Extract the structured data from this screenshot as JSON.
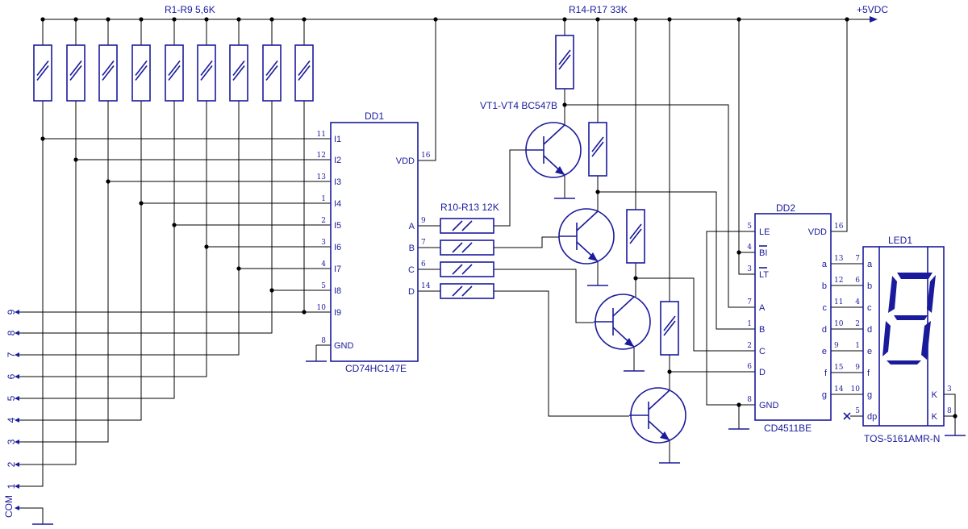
{
  "supply": "+5VDC",
  "resistors": {
    "r1_r9": "R1-R9 5,6K",
    "r10_r13": "R10-R13 12K",
    "r14_r17": "R14-R17 33K"
  },
  "transistors": "VT1-VT4 BC547B",
  "inputs": [
    "9",
    "8",
    "7",
    "6",
    "5",
    "4",
    "3",
    "2",
    "1"
  ],
  "com": "COM",
  "dd1": {
    "ref": "DD1",
    "part": "CD74HC147E",
    "left_pins": [
      {
        "num": "11",
        "name": "I1"
      },
      {
        "num": "12",
        "name": "I2"
      },
      {
        "num": "13",
        "name": "I3"
      },
      {
        "num": "1",
        "name": "I4"
      },
      {
        "num": "2",
        "name": "I5"
      },
      {
        "num": "3",
        "name": "I6"
      },
      {
        "num": "4",
        "name": "I7"
      },
      {
        "num": "5",
        "name": "I8"
      },
      {
        "num": "10",
        "name": "I9"
      },
      {
        "num": "8",
        "name": "GND"
      }
    ],
    "right_pins": [
      {
        "num": "16",
        "name": "VDD"
      },
      {
        "num": "9",
        "name": "A"
      },
      {
        "num": "7",
        "name": "B"
      },
      {
        "num": "6",
        "name": "C"
      },
      {
        "num": "14",
        "name": "D"
      }
    ]
  },
  "dd2": {
    "ref": "DD2",
    "part": "CD4511BE",
    "left_pins": [
      {
        "num": "5",
        "name": "LE"
      },
      {
        "num": "4",
        "name": "BI"
      },
      {
        "num": "3",
        "name": "LT"
      },
      {
        "num": "7",
        "name": "A"
      },
      {
        "num": "1",
        "name": "B"
      },
      {
        "num": "2",
        "name": "C"
      },
      {
        "num": "6",
        "name": "D"
      },
      {
        "num": "8",
        "name": "GND"
      }
    ],
    "right_pins": [
      {
        "num": "16",
        "name": "VDD"
      },
      {
        "num": "13",
        "name": "a"
      },
      {
        "num": "12",
        "name": "b"
      },
      {
        "num": "11",
        "name": "c"
      },
      {
        "num": "10",
        "name": "d"
      },
      {
        "num": "9",
        "name": "e"
      },
      {
        "num": "15",
        "name": "f"
      },
      {
        "num": "14",
        "name": "g"
      }
    ]
  },
  "led1": {
    "ref": "LED1",
    "part": "TOS-5161AMR-N",
    "left_pins": [
      {
        "num": "7",
        "name": "a"
      },
      {
        "num": "6",
        "name": "b"
      },
      {
        "num": "4",
        "name": "c"
      },
      {
        "num": "2",
        "name": "d"
      },
      {
        "num": "1",
        "name": "e"
      },
      {
        "num": "9",
        "name": "f"
      },
      {
        "num": "10",
        "name": "g"
      },
      {
        "num": "5",
        "name": "dp"
      }
    ],
    "right_pins": [
      {
        "num": "3",
        "name": "K"
      },
      {
        "num": "8",
        "name": "K"
      }
    ]
  },
  "colors": {
    "ink": "#1a1a9c",
    "wire": "#000000"
  }
}
